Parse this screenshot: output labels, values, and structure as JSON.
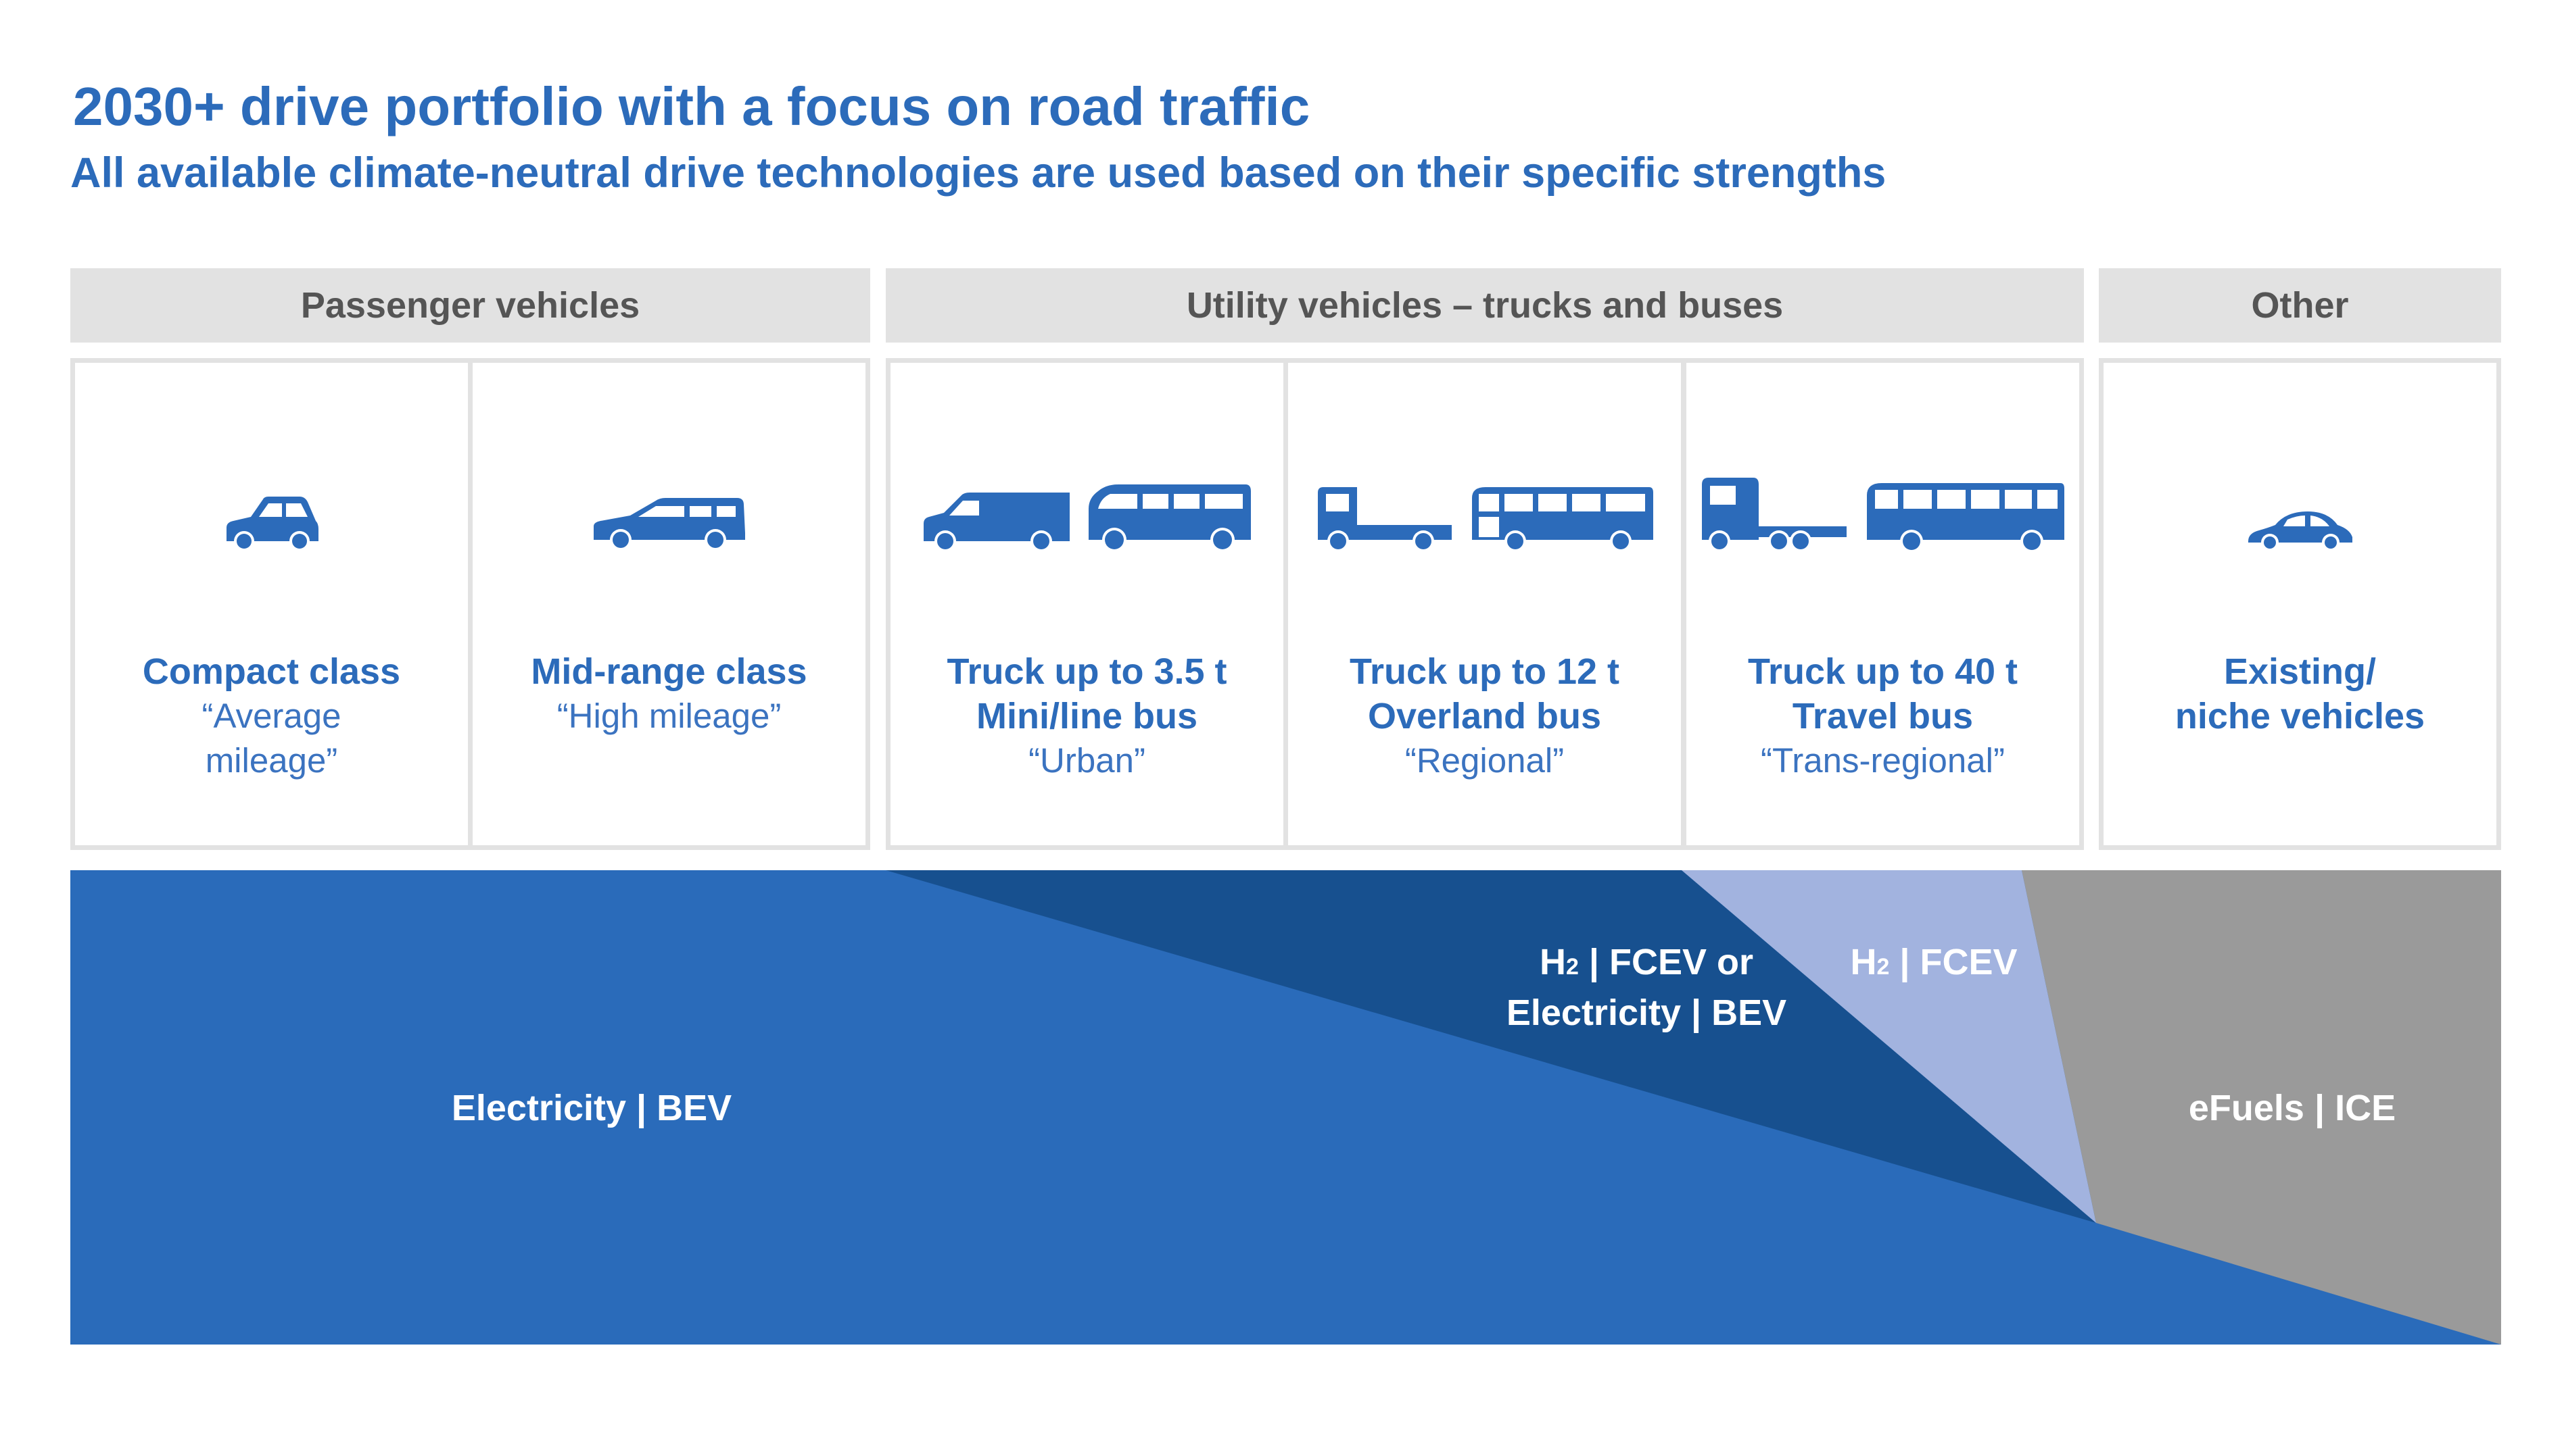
{
  "header": {
    "title": "2030+ drive portfolio with a focus on road traffic",
    "subtitle": "All available climate-neutral drive technologies are used based on their specific strengths"
  },
  "categories": [
    {
      "label": "Passenger vehicles"
    },
    {
      "label": "Utility vehicles – trucks and buses"
    },
    {
      "label": "Other"
    }
  ],
  "segments": [
    {
      "line1": "Compact class",
      "line2": "",
      "sub1": "“Average",
      "sub2": "mileage”",
      "icons": [
        "compact-car-icon"
      ]
    },
    {
      "line1": "Mid-range class",
      "line2": "",
      "sub1": "“High mileage”",
      "sub2": "",
      "icons": [
        "station-wagon-icon"
      ]
    },
    {
      "line1": "Truck up to 3.5 t",
      "line2": "Mini/line bus",
      "sub1": "“Urban”",
      "sub2": "",
      "icons": [
        "van-icon",
        "minibus-icon"
      ]
    },
    {
      "line1": "Truck up to 12 t",
      "line2": "Overland bus",
      "sub1": "“Regional”",
      "sub2": "",
      "icons": [
        "flatbed-truck-icon",
        "bus-icon"
      ]
    },
    {
      "line1": "Truck up to 40 t",
      "line2": "Travel bus",
      "sub1": "“Trans-regional”",
      "sub2": "",
      "icons": [
        "semi-truck-icon",
        "coach-icon"
      ]
    },
    {
      "line1": "Existing/",
      "line2": "niche vehicles",
      "sub1": "",
      "sub2": "",
      "icons": [
        "beetle-car-icon"
      ]
    }
  ],
  "technologies": {
    "bev": {
      "label": "Electricity | BEV",
      "color": "#2A6BBA"
    },
    "fcev_or_bev": {
      "h2": "H",
      "h2_sub": "2",
      "line1_rest": " | FCEV or",
      "line2": "Electricity | BEV",
      "color": "#17508F"
    },
    "fcev": {
      "h2": "H",
      "h2_sub": "2",
      "rest": " | FCEV",
      "color": "#A2B3DF"
    },
    "efuels": {
      "label": "eFuels | ICE",
      "color": "#9A9A9A"
    }
  },
  "colors": {
    "brand_blue": "#2C6BBA",
    "header_gray": "#E2E2E2",
    "header_text": "#555555"
  }
}
